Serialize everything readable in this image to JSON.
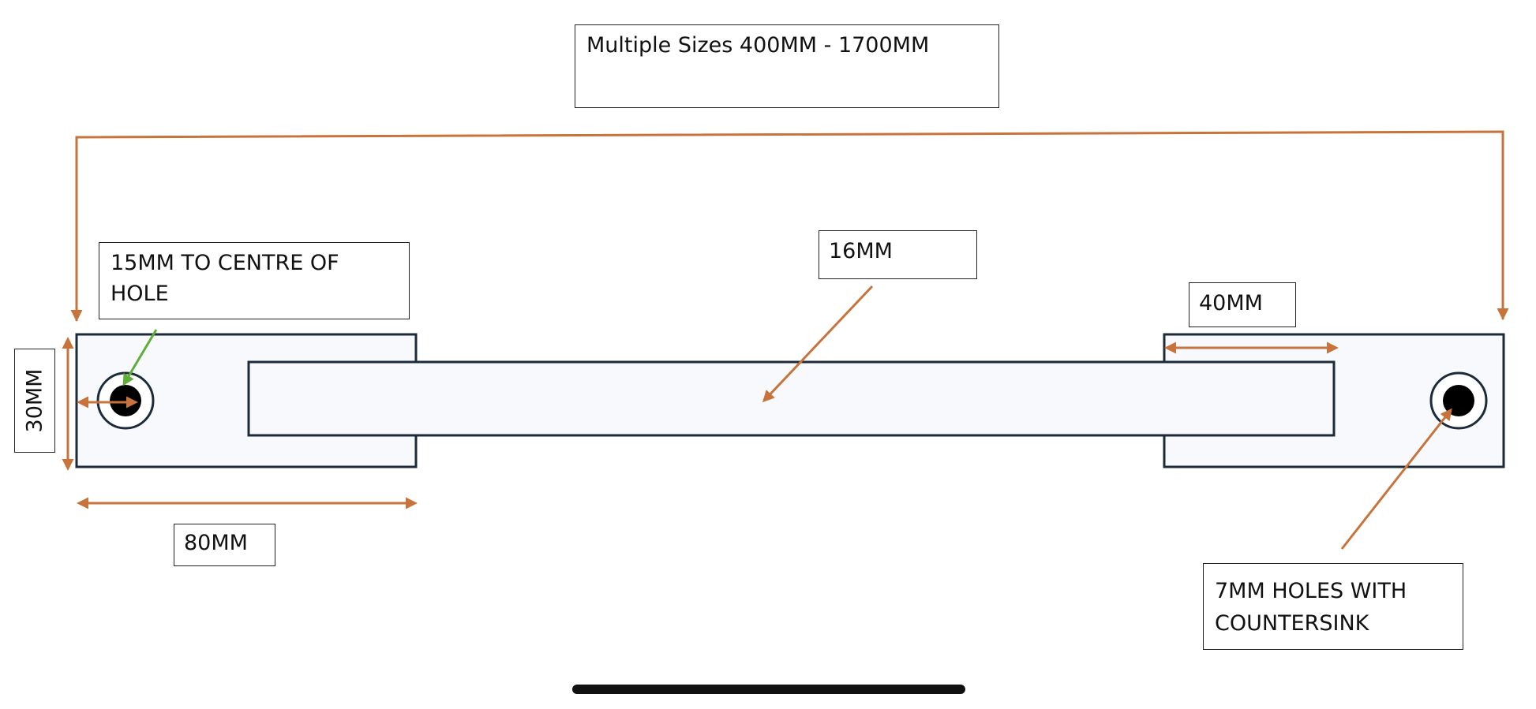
{
  "colors": {
    "background": "#ffffff",
    "outline": "#1c2a3a",
    "dimension_arrow": "#c9733c",
    "leader_arrow_green": "#5fae3a",
    "hole_fill": "#000000"
  },
  "labels": {
    "sizes": "Multiple Sizes 400MM - 1700MM",
    "hole_distance": "15MM TO CENTRE OF HOLE",
    "bar_width": "16MM",
    "plate_inner_length": "40MM",
    "plate_height": "30MM",
    "plate_length": "80MM",
    "holes": "7MM HOLES WITH COUNTERSINK"
  }
}
